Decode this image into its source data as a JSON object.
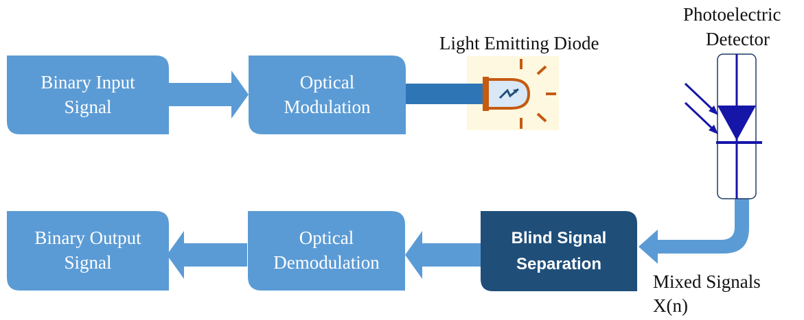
{
  "colors": {
    "block_fill": "#5b9bd5",
    "block_fill_dark": "#1f4e79",
    "arrow_fill": "#5b9bd5",
    "diode_symbol": "#1515a8",
    "led_body": "#c55a11",
    "led_glow": "#fdf8df"
  },
  "blocks": {
    "binary_input": "Binary Input\nSignal",
    "optical_modulation": "Optical\nModulation",
    "binary_output": "Binary Output\nSignal",
    "optical_demodulation": "Optical\nDemodulation",
    "blind_signal_separation": "Blind Signal\nSeparation"
  },
  "labels": {
    "led": "Light Emitting Diode",
    "detector_line1": "Photoelectric",
    "detector_line2": "Detector",
    "mixed_line1": "Mixed Signals",
    "mixed_line2": "X(n)"
  },
  "icons": {
    "led": "light-emitting-diode-icon",
    "detector": "photodiode-icon"
  }
}
